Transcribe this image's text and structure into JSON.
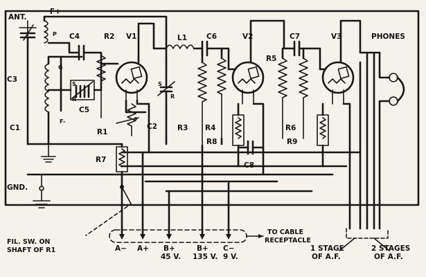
{
  "labels": {
    "ant": "ANT.",
    "f_plus": "F+",
    "p": "P",
    "g": "G",
    "f_minus": "F-",
    "c1": "C1",
    "c2": "C2",
    "c3": "C3",
    "c4": "C4",
    "c5": "C5",
    "c6": "C6",
    "c7": "C7",
    "c8": "C8",
    "v1": "V1",
    "v2": "V2",
    "v3": "V3",
    "l1": "L1",
    "r1": "R1",
    "r2": "R2",
    "r3": "R3",
    "r4": "R4",
    "r5": "R5",
    "r6": "R6",
    "r7": "R7",
    "r8": "R8",
    "r9": "R9",
    "s": "S",
    "r": "R",
    "phones": "PHONES",
    "gnd": "GND.",
    "fil_sw_1": "FIL. SW. ON",
    "fil_sw_2": "SHAFT OF R1",
    "a_minus": "A−",
    "a_plus": "A+",
    "b45": "B+",
    "b45_v": "45 V.",
    "b135": "B+",
    "b135_v": "135 V.",
    "c_minus": "C−",
    "c_minus_v": "9 V.",
    "cable_1": "TO CABLE",
    "cable_2": "RECEPTACLE",
    "stage1_1": "1 STAGE",
    "stage1_2": "OF A.F.",
    "stage2_1": "2 STAGES",
    "stage2_2": "OF A.F."
  },
  "colors": {
    "ink": "#161616",
    "paper": "#f4f2ea"
  }
}
